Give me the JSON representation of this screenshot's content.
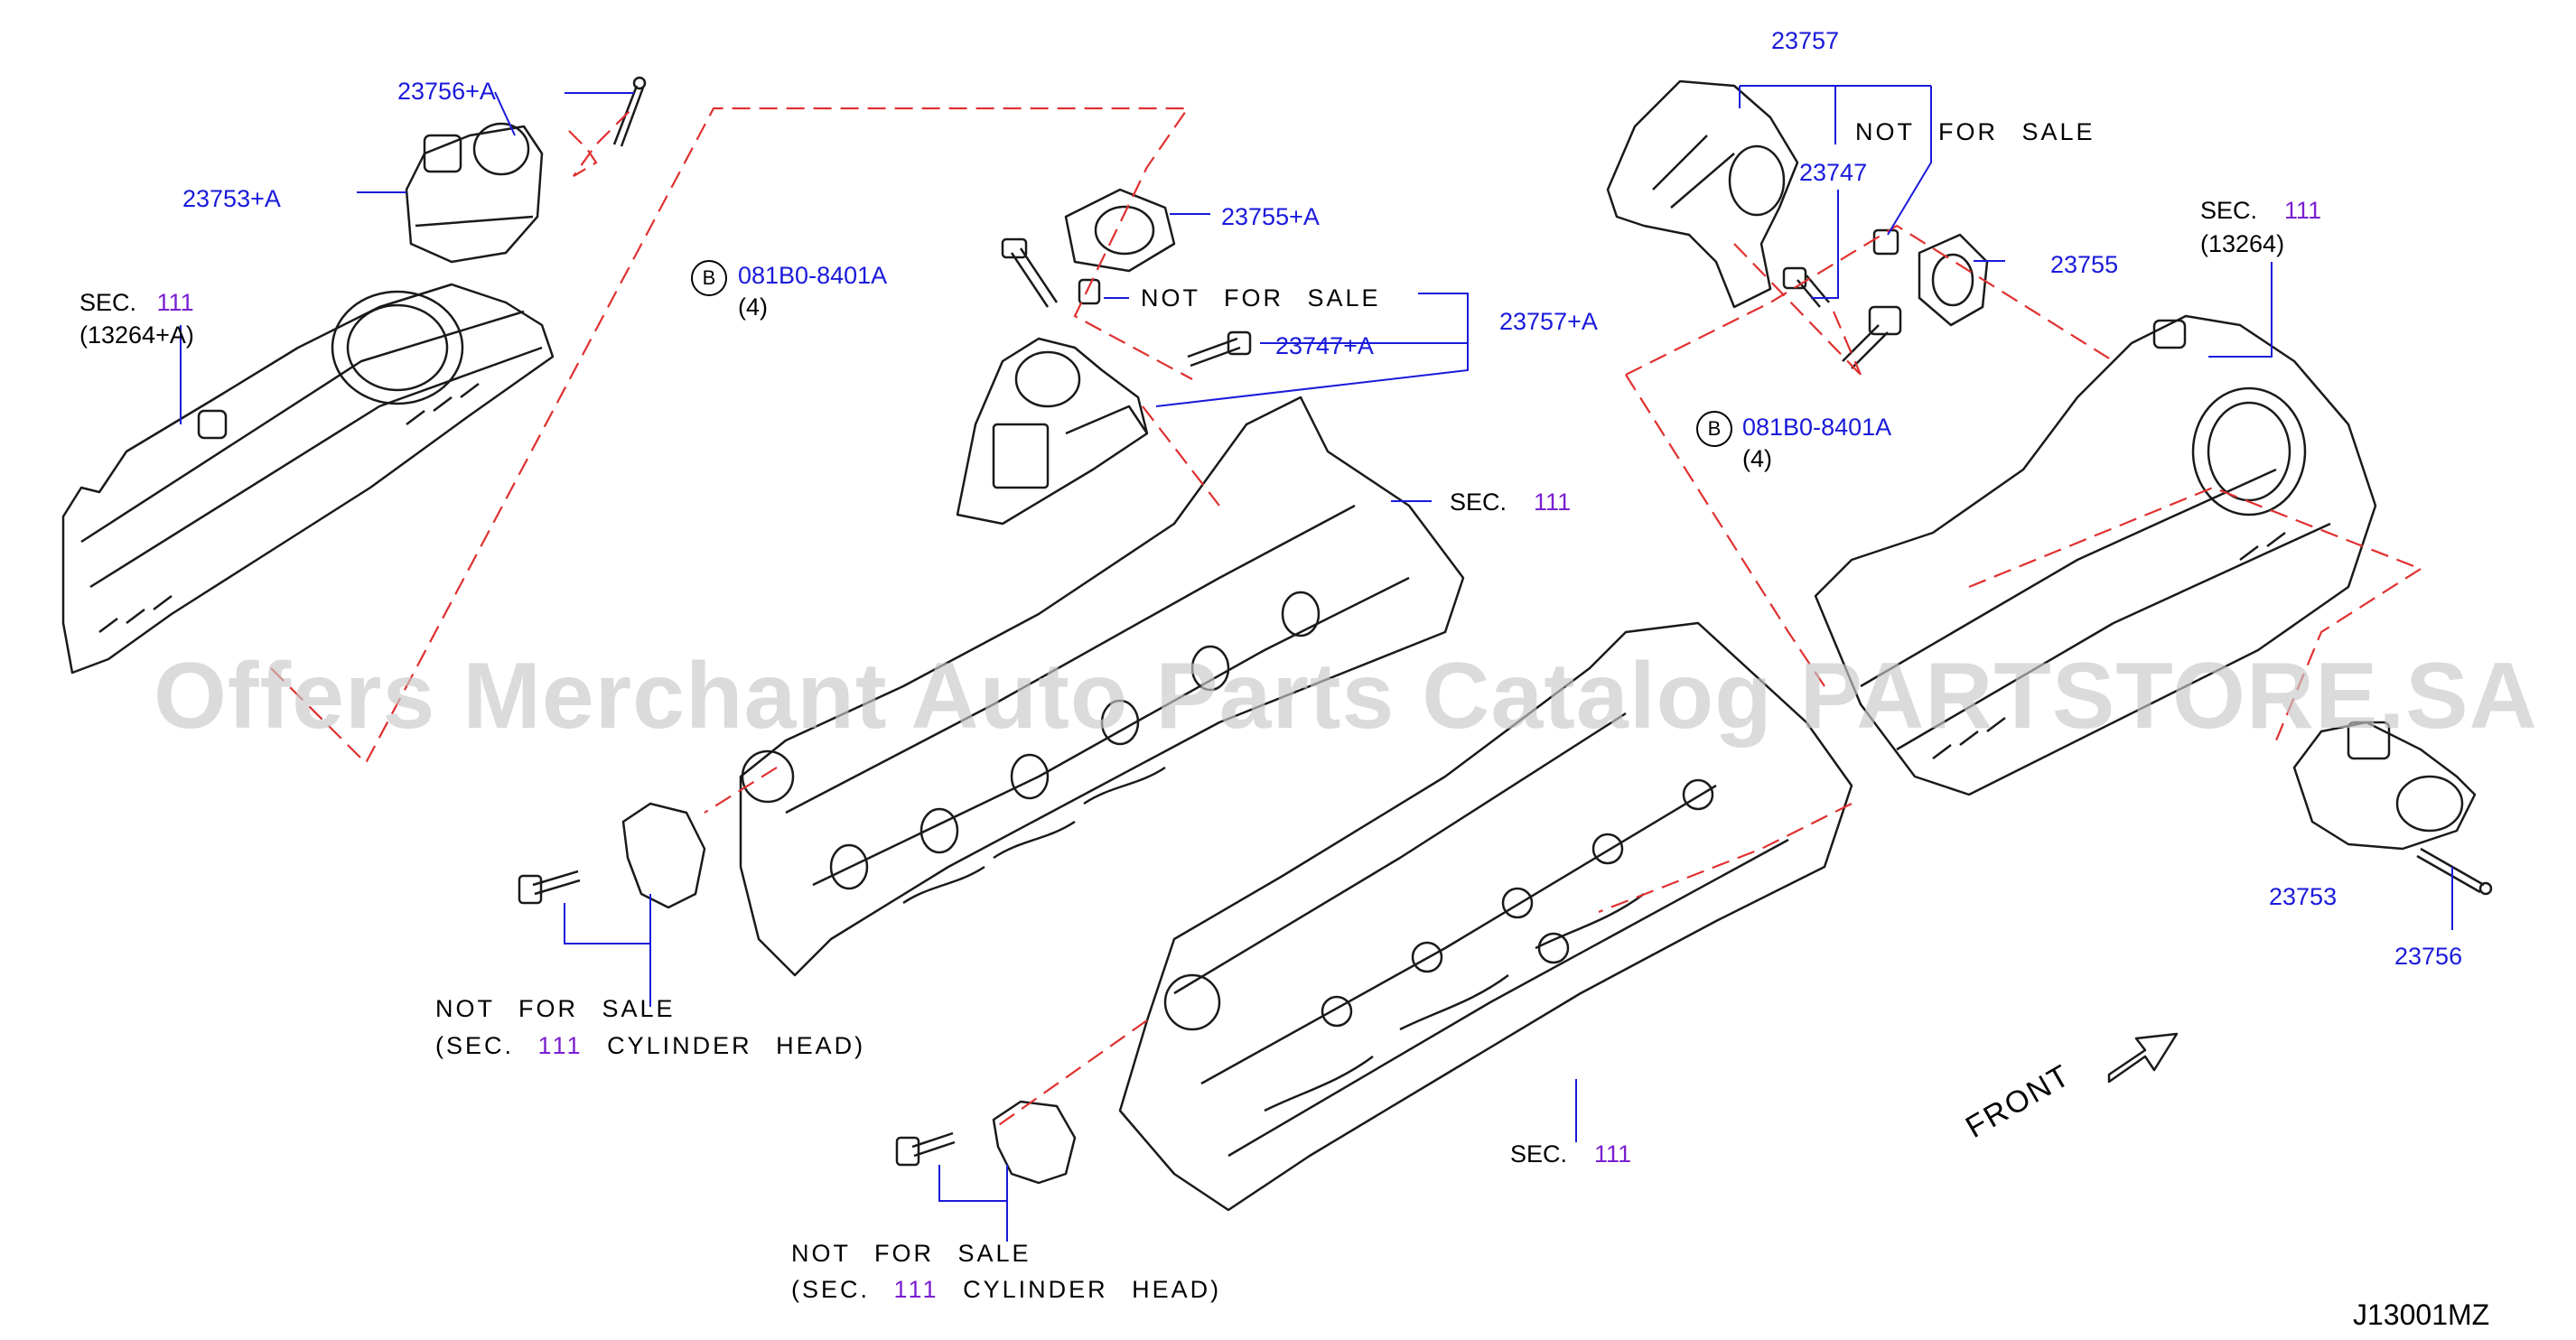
{
  "diagram_code": "J13001MZ",
  "watermark": "Offers Merchant Auto Parts Catalog PARTSTORE.SA",
  "front_label": "FRONT",
  "colors": {
    "part_number": "#1a1adb",
    "section_number": "#7b1fd0",
    "dashed_line": "#e03030",
    "leader_line": "#1a1adb",
    "line_art": "#1a1a1a"
  },
  "labels": {
    "p23756A": "23756+A",
    "p23753A": "23753+A",
    "sec_tl_prefix": "SEC.",
    "sec_tl_num": "111",
    "sec_tl_sub": "(13264+A)",
    "bolt_b_l": "B",
    "p081B0_l": "081B0-8401A",
    "qty_l": "(4)",
    "p23755A": "23755+A",
    "nfs_mid": "NOT FOR SALE",
    "p23757A": "23757+A",
    "p23747A": "23747+A",
    "sec_mid_prefix": "SEC.",
    "sec_mid_num": "111",
    "p23757": "23757",
    "nfs_tr": "NOT FOR SALE",
    "p23747": "23747",
    "sec_tr_prefix": "SEC.",
    "sec_tr_num": "111",
    "sec_tr_sub": "(13264)",
    "p23755": "23755",
    "bolt_b_r": "B",
    "p081B0_r": "081B0-8401A",
    "qty_r": "(4)",
    "p23753": "23753",
    "p23756": "23756",
    "nfs_l1": "NOT FOR SALE",
    "nfs_l2_pre": "(SEC.",
    "nfs_l2_num": "111",
    "nfs_l2_post": "CYLINDER HEAD)",
    "nfs_b1": "NOT FOR SALE",
    "nfs_b2_pre": "(SEC.",
    "nfs_b2_num": "111",
    "nfs_b2_post": "CYLINDER HEAD)",
    "sec_bot_prefix": "SEC.",
    "sec_bot_num": "111"
  }
}
